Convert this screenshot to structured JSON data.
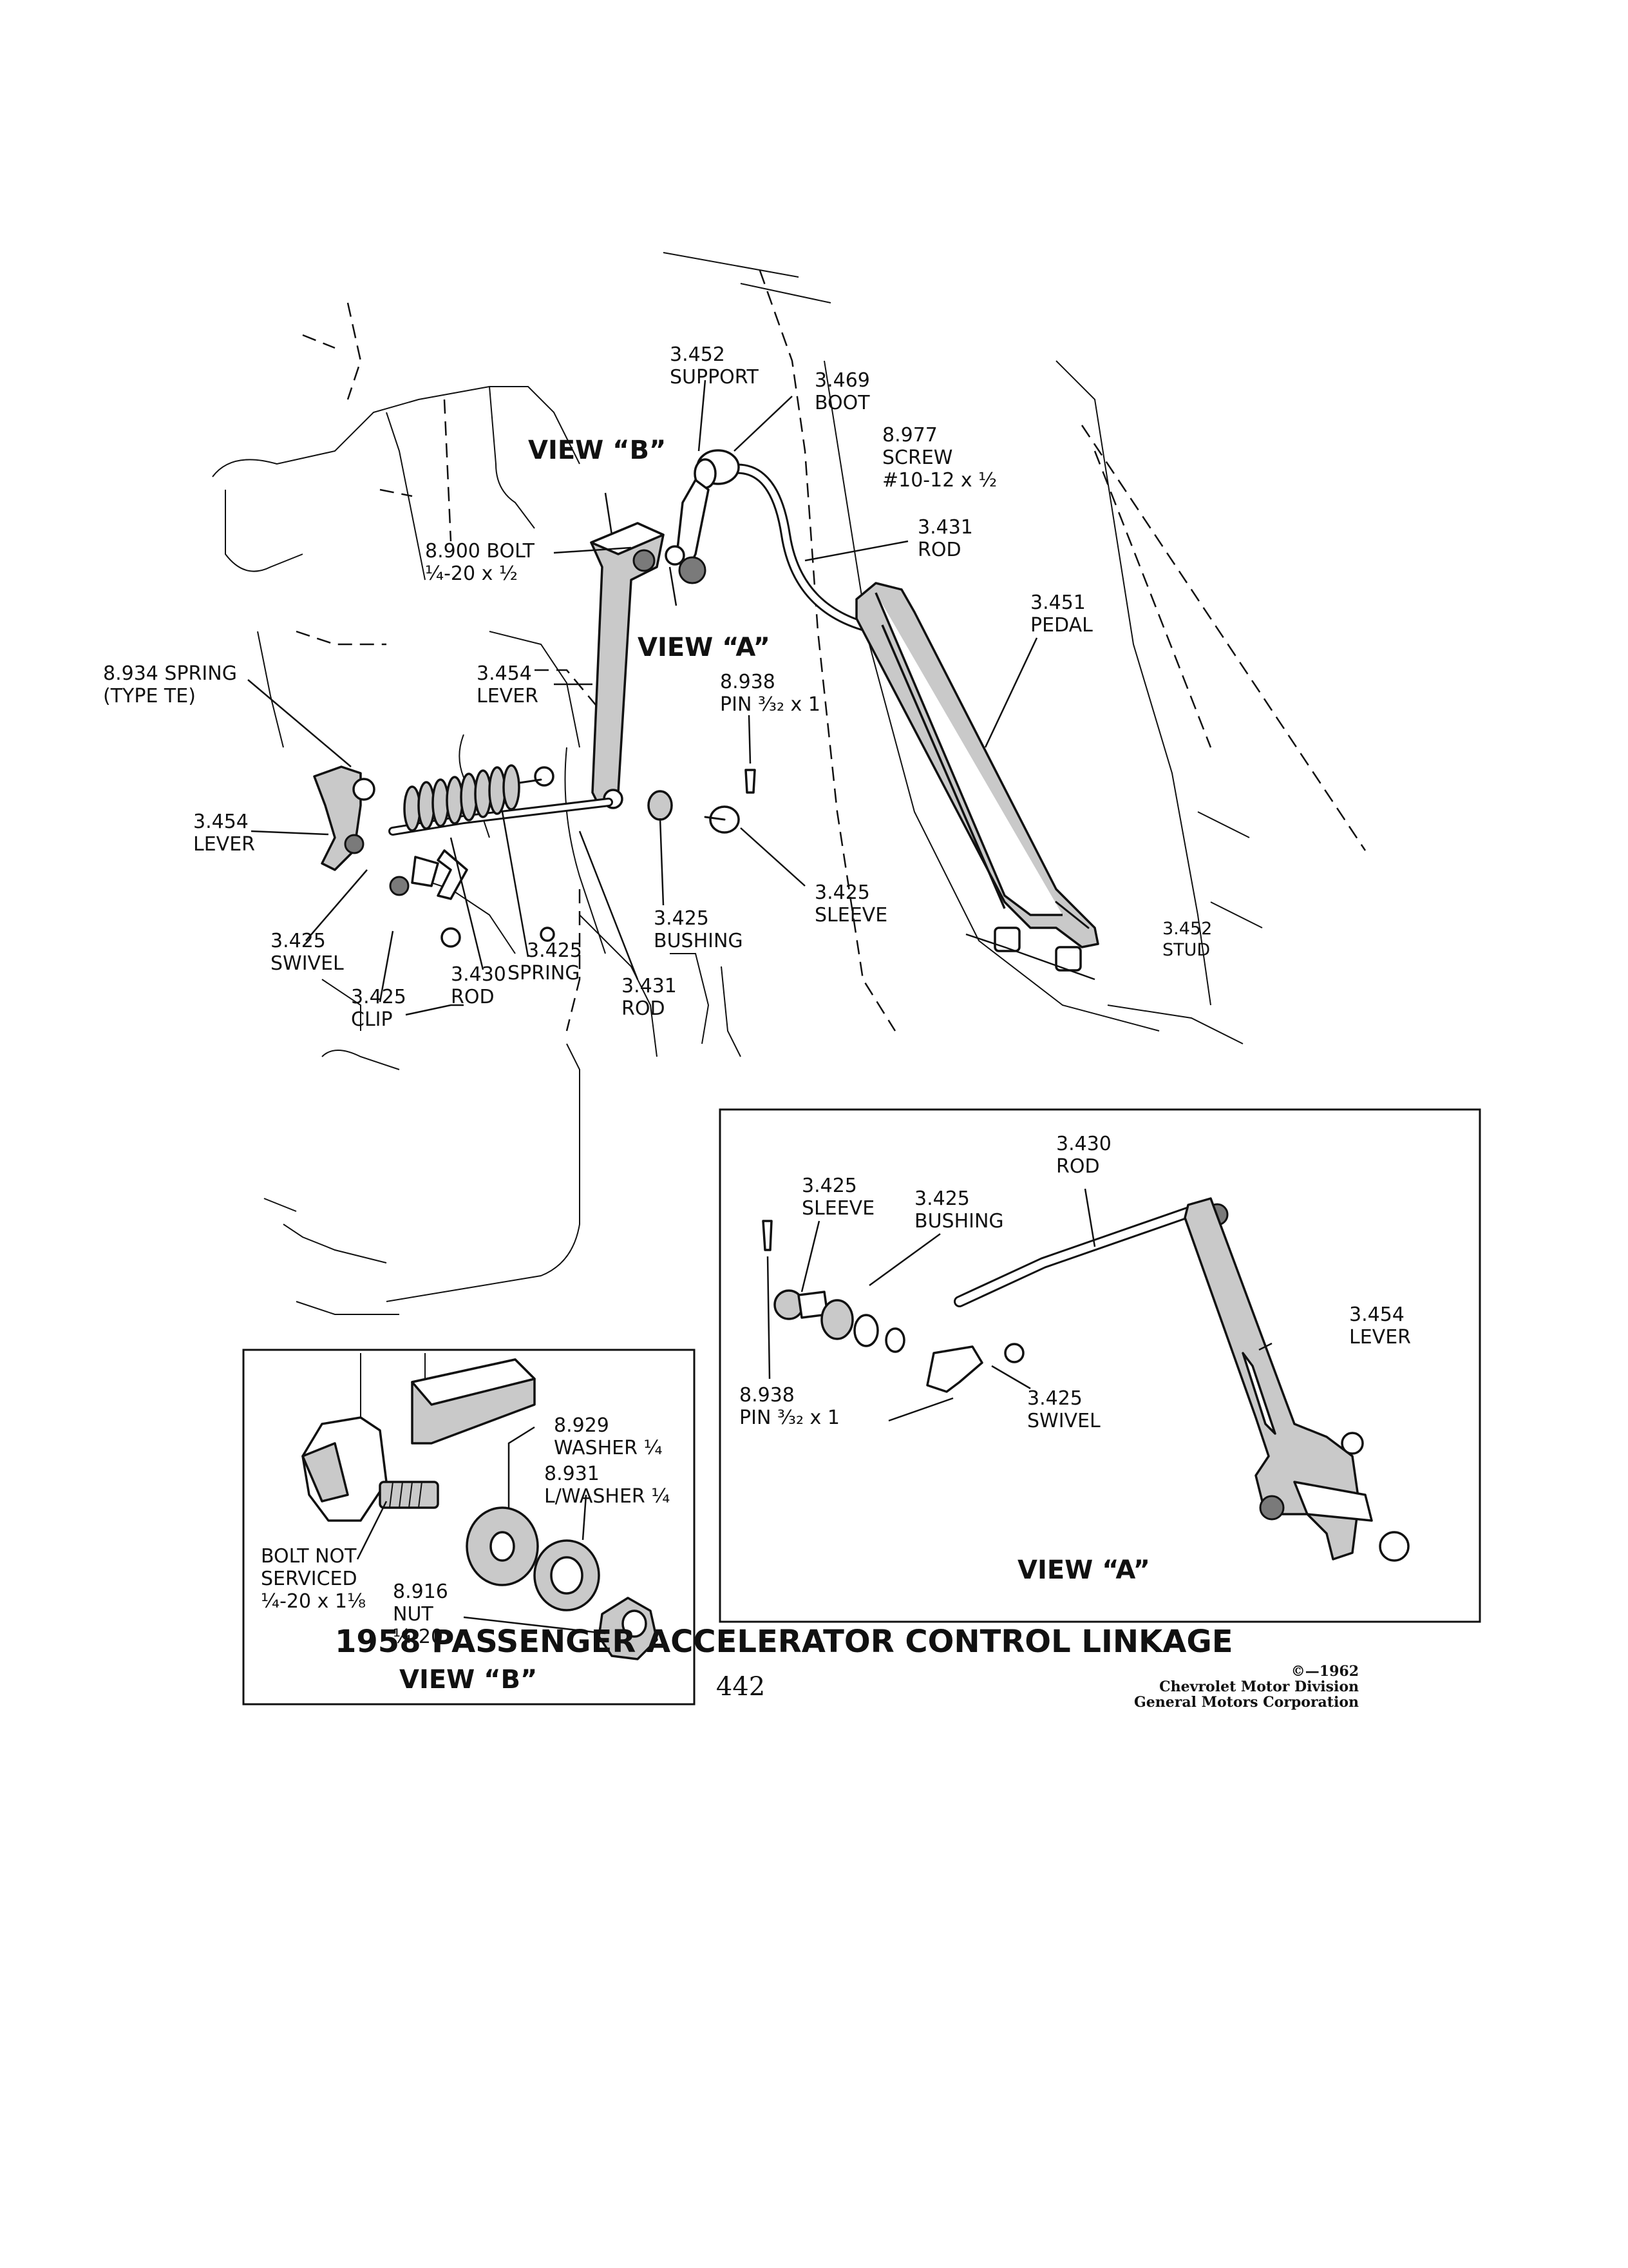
{
  "title": "1958 PASSENGER ACCELERATOR CONTROL LINKAGE",
  "page_number": "442",
  "copyright": {
    "line1": "©—1962",
    "line2": "Chevrolet Motor Division",
    "line3": "General Motors Corporation"
  },
  "main_labels": {
    "support_num": "3.452",
    "support_name": "SUPPORT",
    "boot_num": "3.469",
    "boot_name": "BOOT",
    "screw_num": "8.977",
    "screw_name": "SCREW",
    "screw_size": "#10-12 x ½",
    "rod_top_num": "3.431",
    "rod_top_name": "ROD",
    "pedal_num": "3.451",
    "pedal_name": "PEDAL",
    "bolt_num_name": "8.900 BOLT",
    "bolt_size": "¼-20 x ½",
    "view_b": "VIEW “B”",
    "view_a": "VIEW “A”",
    "spring_te_num_name": "8.934 SPRING",
    "spring_te_type": "(TYPE TE)",
    "lever_upper_num": "3.454",
    "lever_upper_name": "LEVER",
    "pin_num": "8.938",
    "pin_size": "PIN ³⁄₃₂ x 1",
    "lever_left_num": "3.454",
    "lever_left_name": "LEVER",
    "bushing_num": "3.425",
    "bushing_name": "BUSHING",
    "sleeve_num": "3.425",
    "sleeve_name": "SLEEVE",
    "stud_num": "3.452",
    "stud_name": "STUD",
    "swivel_num": "3.425",
    "swivel_name": "SWIVEL",
    "spring_num": "3.425",
    "spring_name": "SPRING",
    "rod_430_num": "3.430",
    "rod_430_name": "ROD",
    "clip_num": "3.425",
    "clip_name": "CLIP",
    "rod_431_num": "3.431",
    "rod_431_name": "ROD"
  },
  "view_a_inset": {
    "title": "VIEW “A”",
    "rod_num": "3.430",
    "rod_name": "ROD",
    "sleeve_num": "3.425",
    "sleeve_name": "SLEEVE",
    "bushing_num": "3.425",
    "bushing_name": "BUSHING",
    "lever_num": "3.454",
    "lever_name": "LEVER",
    "pin_num": "8.938",
    "pin_size": "PIN ³⁄₃₂ x 1",
    "swivel_num": "3.425",
    "swivel_name": "SWIVEL"
  },
  "view_b_inset": {
    "title": "VIEW “B”",
    "washer_num": "8.929",
    "washer_name": "WASHER ¼",
    "lwasher_num": "8.931",
    "lwasher_name": "L/WASHER ¼",
    "bolt_line1": "BOLT NOT",
    "bolt_line2": "SERVICED",
    "bolt_size": "¼-20 x 1⅛",
    "nut_num": "8.916",
    "nut_name": "NUT",
    "nut_size": "¼-20"
  }
}
